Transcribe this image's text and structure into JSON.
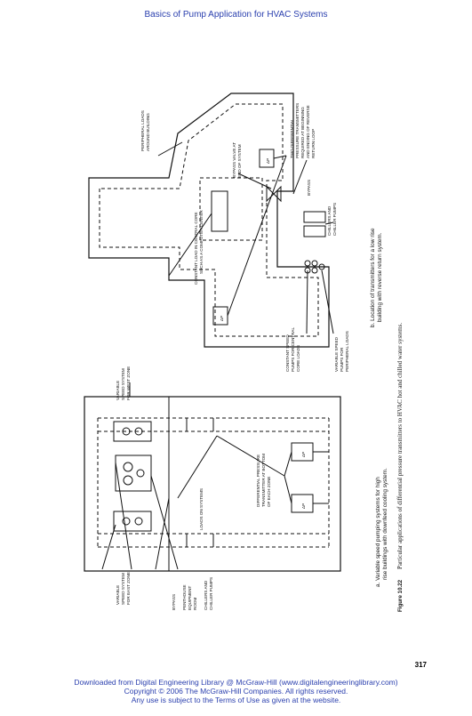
{
  "header": {
    "title": "Basics of Pump Application for HVAC Systems"
  },
  "figure": {
    "number": "Figure 10.22",
    "caption": "Particular applications of differential pressure transmitters to HVAC hot and chilled water systems.",
    "part_a": {
      "caption_line1": "a.  Variable speed pumping systems for high",
      "caption_line2": "rise buildings with downfeed cooling system.",
      "labels": {
        "vs_east_1": "VARIABLE",
        "vs_east_2": "SPEED SYSTEM",
        "vs_east_3": "FOR EAST ZONE",
        "vs_west_1": "VARIABLE",
        "vs_west_2": "SPEED SYSTEM",
        "vs_west_3": "FOR WEST ZONE",
        "bypass": "BYPASS",
        "penthouse_1": "PENTHOUSE",
        "penthouse_2": "EQUIPMENT",
        "penthouse_3": "ROOM",
        "chillers_1": "CHILLERS AND",
        "chillers_2": "CHILLER PUMPS",
        "loads": "LOADS ON SYSTEMS",
        "dp_tx_1": "DIFFERENTIAL PRESSURE",
        "dp_tx_2": "TRANSMITTER AT BOTTOM",
        "dp_tx_3": "OF EACH ZONE",
        "dp_symbol": "ΔP"
      }
    },
    "part_b": {
      "caption_line1": "b.  Location of transmitters for a low rise",
      "caption_line2": "building with reverse return system.",
      "labels": {
        "peripheral_1": "PERIPHERAL LOADS",
        "peripheral_2": "AROUND BUILDING",
        "two_dp_1": "TWO DIFFERENTIAL",
        "two_dp_2": "PRESSURE TRANSMITTERS",
        "two_dp_3": "REQUIRED AT BEGINNING",
        "two_dp_4": "AND ENDING OF REVERSE",
        "two_dp_5": "RETURN LOOP",
        "bypass_valve_1": "BYPASS VALVE AT",
        "bypass_valve_2": "END OF SYSTEM",
        "bypass": "BYPASS",
        "constant_load_1": "CONSTANT LOAD IN CENTRAL CORE",
        "constant_load_2": "SUCH AS A COMPUTER CENTER",
        "chillers_1": "CHILLERS AND",
        "chillers_2": "CHILLER PUMPS",
        "const_speed_1": "CONSTANT SPEED",
        "const_speed_2": "PUMPS FOR CENTRAL",
        "const_speed_3": "CORE LOADS",
        "var_speed_1": "VARIABLE SPEED",
        "var_speed_2": "PUMPS FOR",
        "var_speed_3": "PERIPHERAL LOADS",
        "dp_symbol": "ΔP"
      }
    }
  },
  "page_number": "317",
  "footer": {
    "line1": "Downloaded from Digital Engineering Library @ McGraw-Hill (www.digitalengineeringlibrary.com)",
    "line2": "Copyright © 2006 The McGraw-Hill Companies. All rights reserved.",
    "line3": "Any use is subject to the Terms of Use as given at the website."
  }
}
